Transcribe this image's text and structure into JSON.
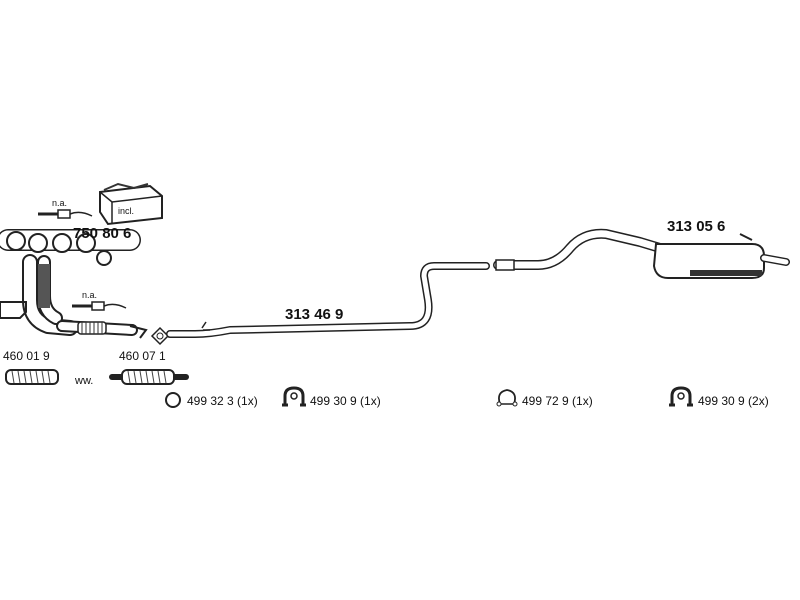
{
  "labels": {
    "manifold": "750 80 6",
    "manifold_na": "n.a.",
    "incl": "incl.",
    "front_na": "n.a.",
    "front_pipe": "313 46 9",
    "rear_silencer": "313 05 6",
    "flex_left": "460 01 9",
    "flex_right": "460 07 1",
    "ww": "ww."
  },
  "hardware": [
    {
      "icon": "ring-icon",
      "text": "499 32 3 (1x)"
    },
    {
      "icon": "rubber-hanger-icon",
      "text": "499 30 9 (1x)"
    },
    {
      "icon": "clamp-icon",
      "text": "499 72 9 (1x)"
    },
    {
      "icon": "rubber-hanger-icon",
      "text": "499 30 9 (2x)"
    }
  ]
}
